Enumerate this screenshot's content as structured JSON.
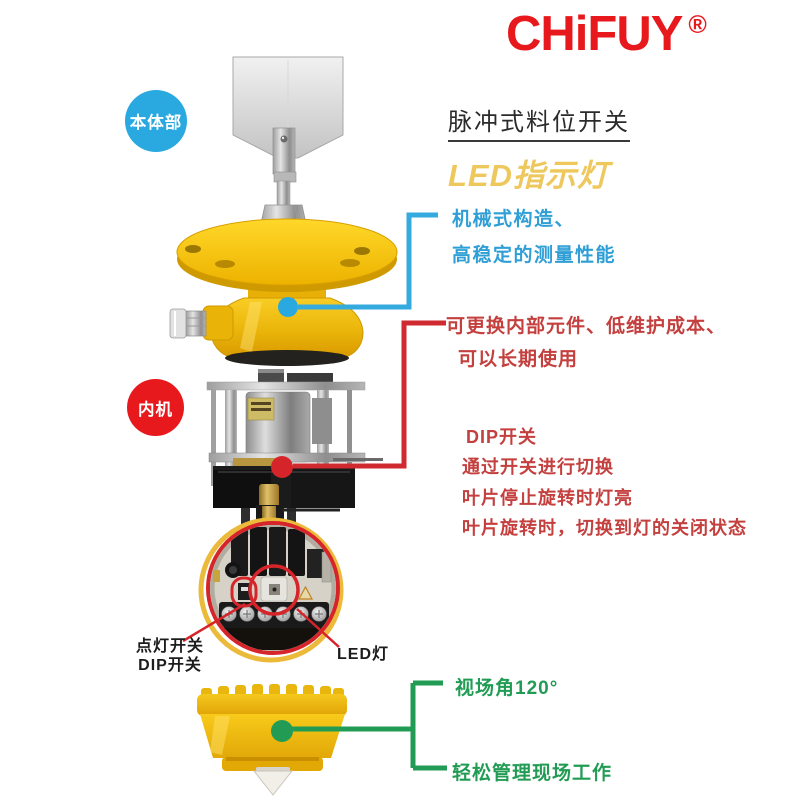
{
  "brand": {
    "name": "CHiFUY",
    "registered_mark": "®"
  },
  "header": {
    "title": "脉冲式料位开关",
    "highlight": "LED指示灯"
  },
  "badges": {
    "main_body": "本体部",
    "inner_unit": "内机"
  },
  "callouts": {
    "mechanical": {
      "line1": "机械式构造、",
      "line2": "高稳定的测量性能"
    },
    "replaceable": {
      "line1": "可更换内部元件、低维护成本、",
      "line2": "可以长期使用"
    },
    "dip": {
      "line1": "DIP开关",
      "line2": "通过开关进行切换",
      "line3": "叶片停止旋转时灯亮",
      "line4": "叶片旋转时，切换到灯的关闭状态"
    },
    "view_angle": "视场角120°",
    "management": "轻松管理现场工作"
  },
  "board_labels": {
    "switch_line1": "点灯开关",
    "switch_line2": "DIP开关",
    "led": "LED灯"
  },
  "colors": {
    "brand_red": "#e8191c",
    "accent_blue": "#29a9e0",
    "accent_red": "#cf2a2f",
    "accent_green": "#229c55",
    "highlight_gold": "#eec85c",
    "device_yellow": "#f6c51c"
  }
}
